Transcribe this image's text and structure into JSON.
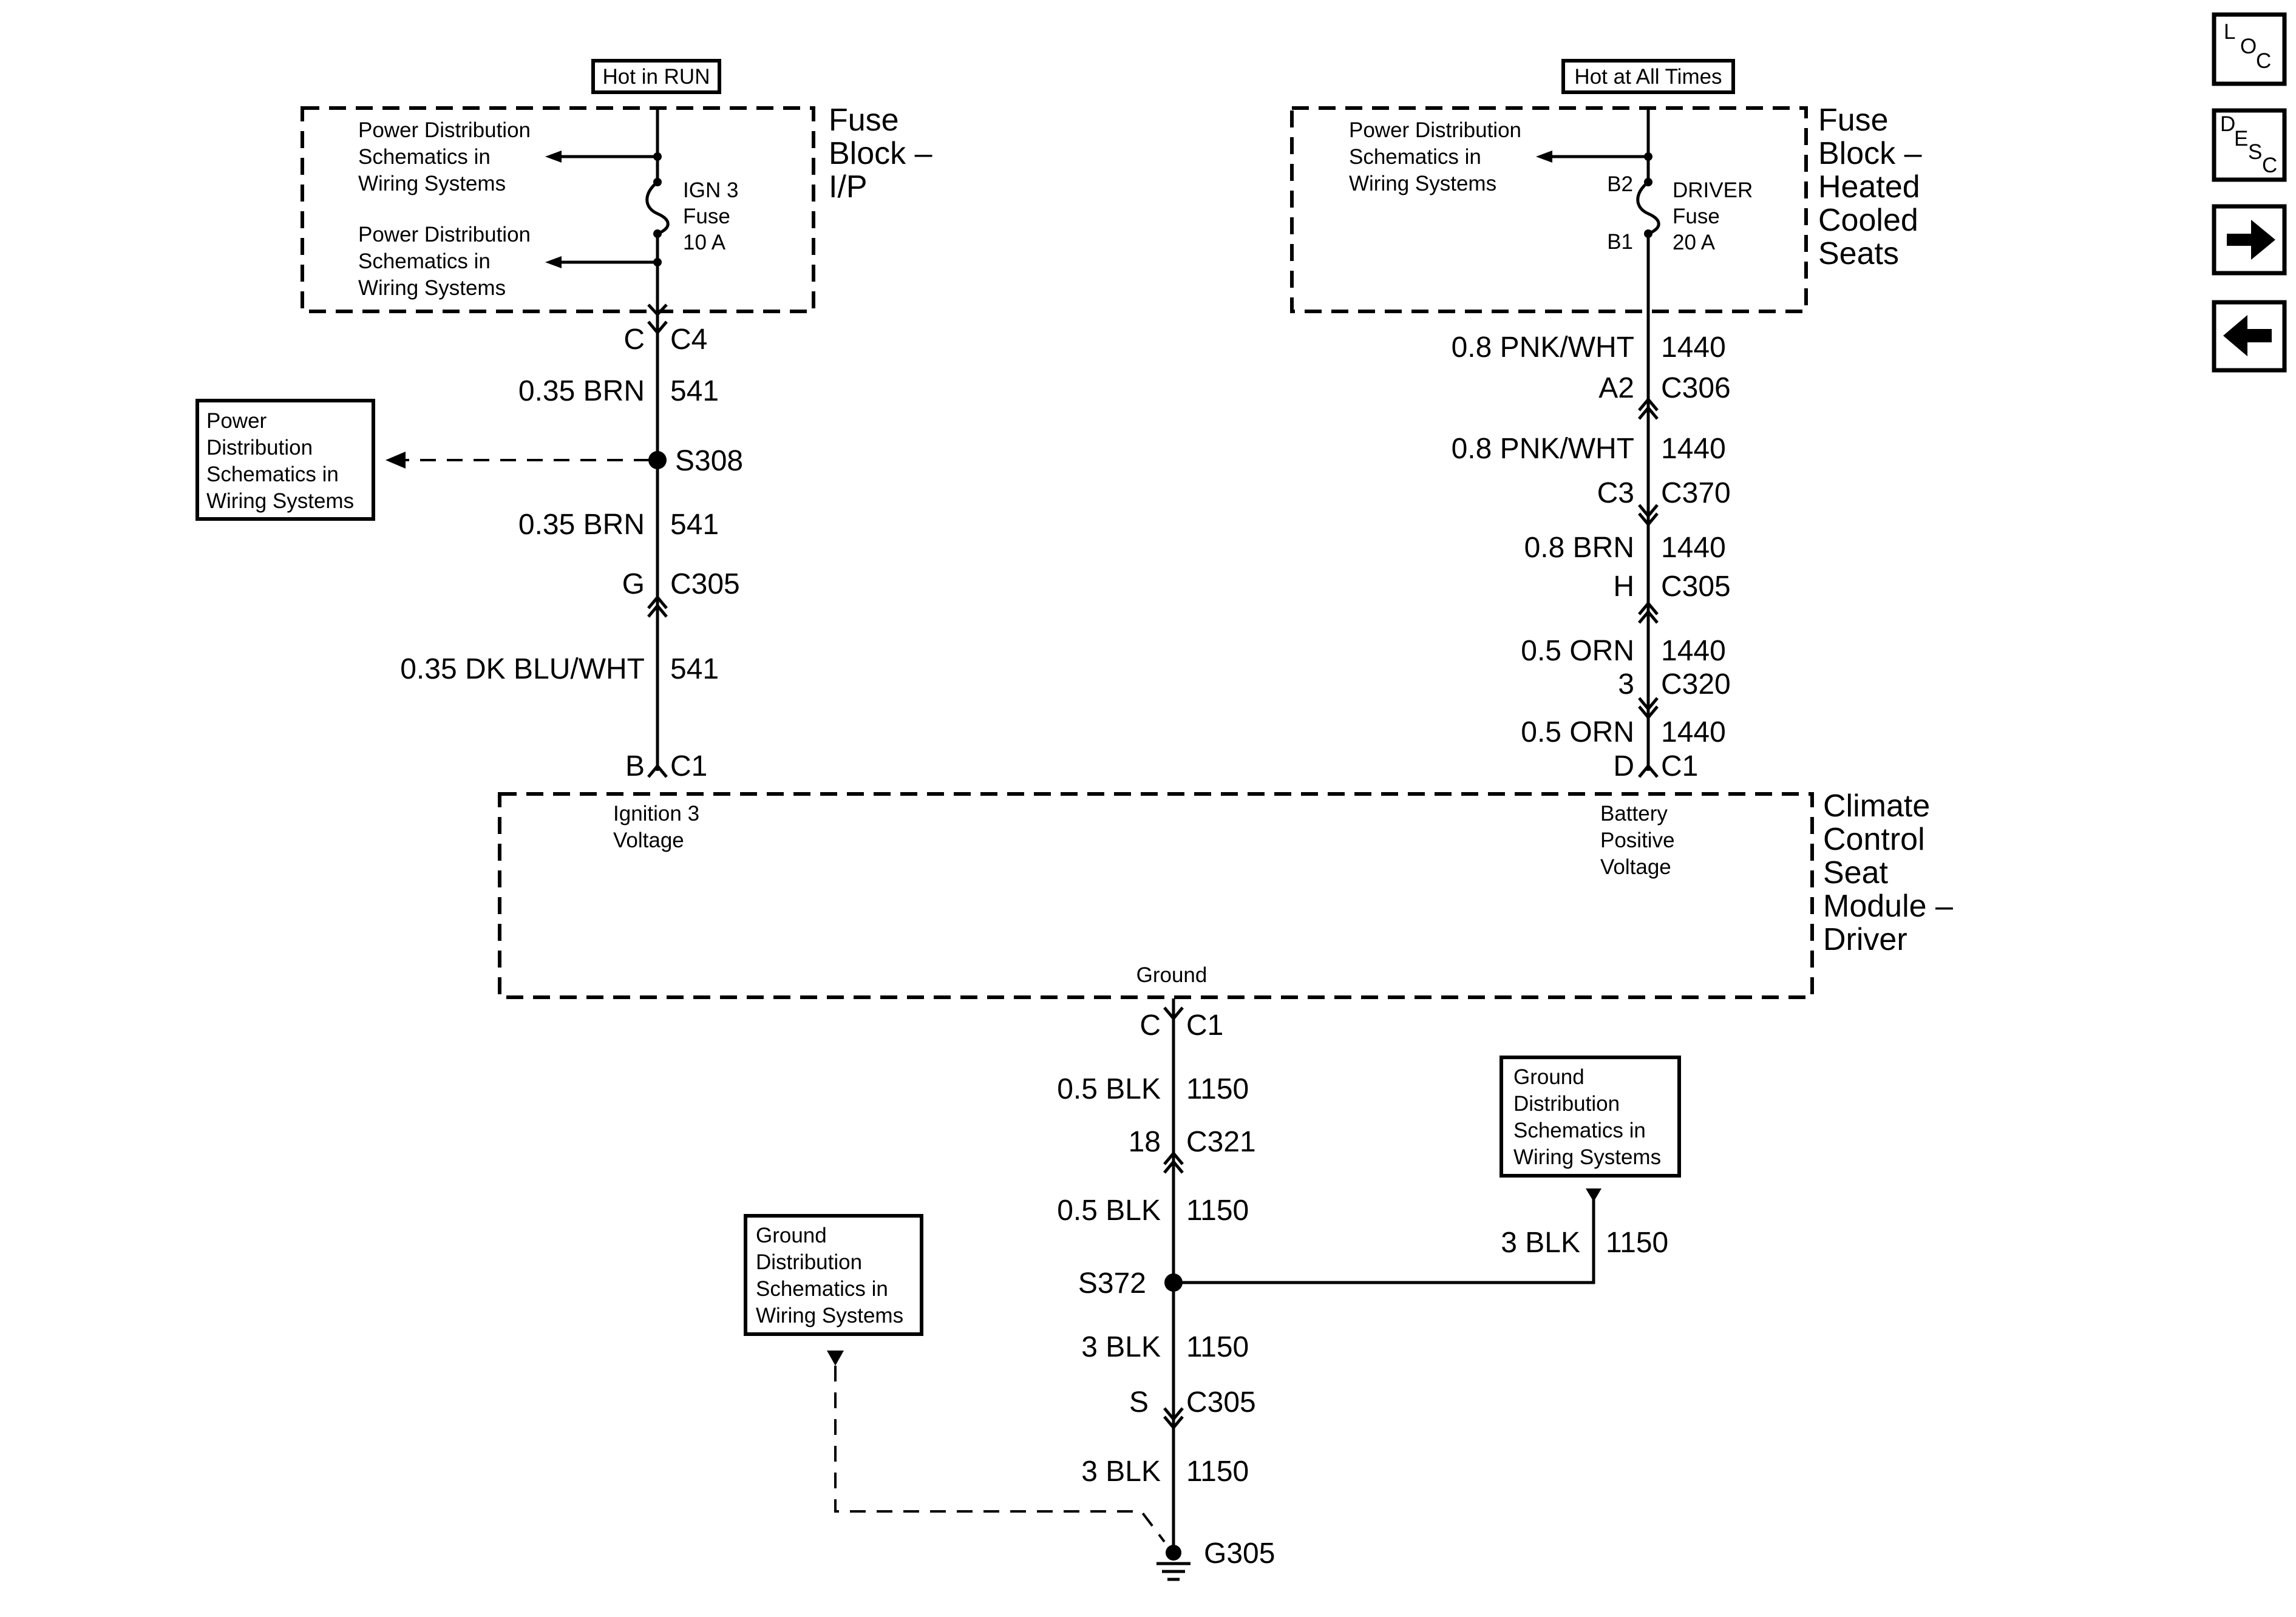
{
  "nav": {
    "loc": {
      "l": "L",
      "o": "O",
      "c": "C"
    },
    "desc": {
      "d": "D",
      "e": "E",
      "s": "S",
      "c": "C"
    }
  },
  "left_fuse": {
    "tag": "Hot in RUN",
    "pd1": [
      "Power Distribution",
      "Schematics in",
      "Wiring Systems"
    ],
    "pd2": [
      "Power Distribution",
      "Schematics in",
      "Wiring Systems"
    ],
    "fuse": [
      "IGN 3",
      "Fuse",
      "10 A"
    ],
    "block": [
      "Fuse",
      "Block –",
      "I/P"
    ],
    "pin": "C",
    "conn": "C4"
  },
  "right_fuse": {
    "tag": "Hot at All Times",
    "pd": [
      "Power Distribution",
      "Schematics in",
      "Wiring Systems"
    ],
    "pin_top": "B2",
    "pin_bot": "B1",
    "fuse": [
      "DRIVER",
      "Fuse",
      "20 A"
    ],
    "block": [
      "Fuse",
      "Block –",
      "Heated",
      "Cooled",
      "Seats"
    ]
  },
  "left_circuit": {
    "w1": {
      "wire": "0.35 BRN",
      "ckt": "541"
    },
    "splice": "S308",
    "splice_ref": [
      "Power",
      "Distribution",
      "Schematics in",
      "Wiring Systems"
    ],
    "w2": {
      "wire": "0.35 BRN",
      "ckt": "541"
    },
    "c305": {
      "pin": "G",
      "conn": "C305"
    },
    "w3": {
      "wire": "0.35 DK BLU/WHT",
      "ckt": "541"
    },
    "c1": {
      "pin": "B",
      "conn": "C1"
    }
  },
  "right_circuit": {
    "w1": {
      "wire": "0.8 PNK/WHT",
      "ckt": "1440"
    },
    "c306": {
      "pin": "A2",
      "conn": "C306"
    },
    "w2": {
      "wire": "0.8 PNK/WHT",
      "ckt": "1440"
    },
    "c370": {
      "pin": "C3",
      "conn": "C370"
    },
    "w3": {
      "wire": "0.8 BRN",
      "ckt": "1440"
    },
    "c305": {
      "pin": "H",
      "conn": "C305"
    },
    "w4": {
      "wire": "0.5 ORN",
      "ckt": "1440"
    },
    "c320": {
      "pin": "3",
      "conn": "C320"
    },
    "w5": {
      "wire": "0.5 ORN",
      "ckt": "1440"
    },
    "c1": {
      "pin": "D",
      "conn": "C1"
    }
  },
  "module": {
    "name": [
      "Climate",
      "Control",
      "Seat",
      "Module –",
      "Driver"
    ],
    "ign": [
      "Ignition 3",
      "Voltage"
    ],
    "batt": [
      "Battery",
      "Positive",
      "Voltage"
    ],
    "ground": "Ground"
  },
  "ground_circuit": {
    "c1": {
      "pin": "C",
      "conn": "C1"
    },
    "w1": {
      "wire": "0.5 BLK",
      "ckt": "1150"
    },
    "c321": {
      "pin": "18",
      "conn": "C321"
    },
    "w2": {
      "wire": "0.5 BLK",
      "ckt": "1150"
    },
    "splice": "S372",
    "w_branch": {
      "wire": "3 BLK",
      "ckt": "1150"
    },
    "gd_right": [
      "Ground",
      "Distribution",
      "Schematics in",
      "Wiring Systems"
    ],
    "gd_left": [
      "Ground",
      "Distribution",
      "Schematics in",
      "Wiring Systems"
    ],
    "w3": {
      "wire": "3 BLK",
      "ckt": "1150"
    },
    "c305": {
      "pin": "S",
      "conn": "C305"
    },
    "w4": {
      "wire": "3 BLK",
      "ckt": "1150"
    },
    "ground": "G305"
  }
}
